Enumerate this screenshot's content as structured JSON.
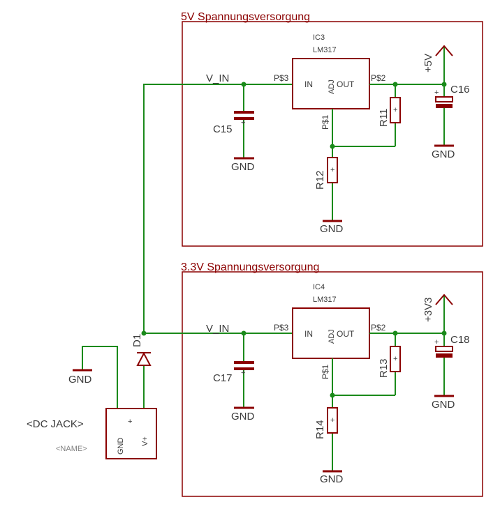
{
  "colors": {
    "wire": "#1a8a1a",
    "part": "#8b0000",
    "text": "#3a3a3a",
    "background": "#ffffff"
  },
  "frames": [
    {
      "title": "5V Spannungsversorgung"
    },
    {
      "title": "3.3V Spannungsversorgung"
    }
  ],
  "regulators": [
    {
      "name": "IC3",
      "value": "LM317",
      "pin_in": "IN",
      "pin_out": "OUT",
      "pin_adj": "ADJ",
      "pad_in": "P$3",
      "pad_out": "P$2",
      "pad_adj": "P$1"
    },
    {
      "name": "IC4",
      "value": "LM317",
      "pin_in": "IN",
      "pin_out": "OUT",
      "pin_adj": "ADJ",
      "pad_in": "P$3",
      "pad_out": "P$2",
      "pad_adj": "P$1"
    }
  ],
  "nets": {
    "vin": "V_IN",
    "gnd": "GND",
    "plus5v": "+5V",
    "plus3v3": "+3V3"
  },
  "components": {
    "c15": "C15",
    "c16": "C16",
    "c17": "C17",
    "c18": "C18",
    "r11": "R11",
    "r12": "R12",
    "r13": "R13",
    "r14": "R14",
    "d1": "D1"
  },
  "jack": {
    "name": "<DC JACK>",
    "value": "<NAME>",
    "pin_gnd": "GND",
    "pin_vplus": "V+",
    "plus_mark": "+"
  },
  "polarity_mark": "+"
}
